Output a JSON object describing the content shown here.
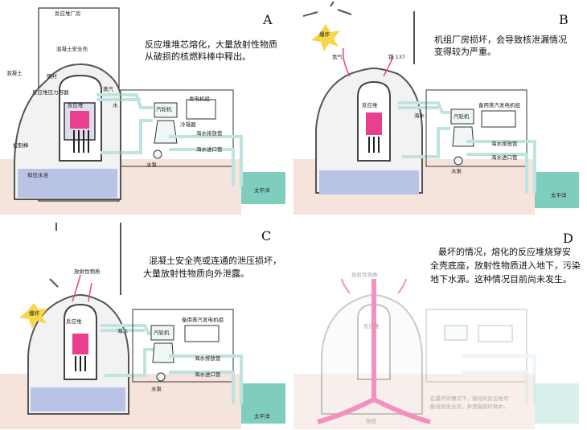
{
  "panels": {
    "a": {
      "letter": "A",
      "caption": [
        "反应堆堆芯熔化，大量放射性物质",
        "从破损的核燃料棒中释出。"
      ],
      "labels": {
        "building": "反应堆厂房",
        "containment": "混凝土安全壳",
        "concrete": "混凝土",
        "steel": "钢衬",
        "vessel": "反应堆压力容器",
        "core": "反应堆",
        "steam": "蒸汽",
        "water": "水",
        "turbine": "汽轮机",
        "generator": "发电机组",
        "condenser": "冷凝器",
        "rods": "控制棒",
        "discharge": "海水排放管",
        "intake": "海水进口管",
        "pump": "水泵",
        "pool": "抑压水池",
        "ocean": "太平洋"
      }
    },
    "b": {
      "letter": "B",
      "caption": [
        "机组厂房损坏，会导致核泄漏情况",
        "变得较为严重。"
      ],
      "labels": {
        "explosion": "爆炸",
        "hydrogen": "氢气",
        "cesium": "铯 137",
        "core": "反应堆",
        "seawater": "海水",
        "turbine": "汽轮机",
        "backup": "备用蒸汽发电机组",
        "discharge": "海水排放管",
        "intake": "海水进口管",
        "pump": "水泵",
        "ocean": "太平洋"
      }
    },
    "c": {
      "letter": "C",
      "caption": [
        "混凝土安全壳或连通的泄压损坏，",
        "大量放射性物质向外泄露。"
      ],
      "labels": {
        "radioactive": "放射性物质",
        "explosion": "爆炸",
        "core": "反应堆",
        "seawater": "海水",
        "turbine": "汽轮机",
        "backup": "备用蒸汽发电机组",
        "discharge": "海水排放管",
        "intake": "海水进口管",
        "pump": "水泵",
        "ocean": "太平洋"
      }
    },
    "d": {
      "letter": "D",
      "caption": [
        "最坏的情况，熔化的反应堆烧穿安",
        "全壳底座，放射性物质进入地下，污染",
        "地下水源。这种情况目前尚未发生。"
      ],
      "labels": {
        "radioactive": "放射性物质",
        "core": "反应堆",
        "note1": "在最坏的情况下，熔化的反应堆可",
        "note2": "能烧穿安全壳，并泄漏到环境中。",
        "meltdown": "熔毁"
      }
    }
  },
  "colors": {
    "ground": "#f4e4dc",
    "ocean": "#7fcdbd",
    "pipe": "#bfe3e1",
    "pool": "#b9c3e6",
    "core": "#e8408f",
    "explosion": "#f7d64a",
    "leak": "#f490bf"
  }
}
